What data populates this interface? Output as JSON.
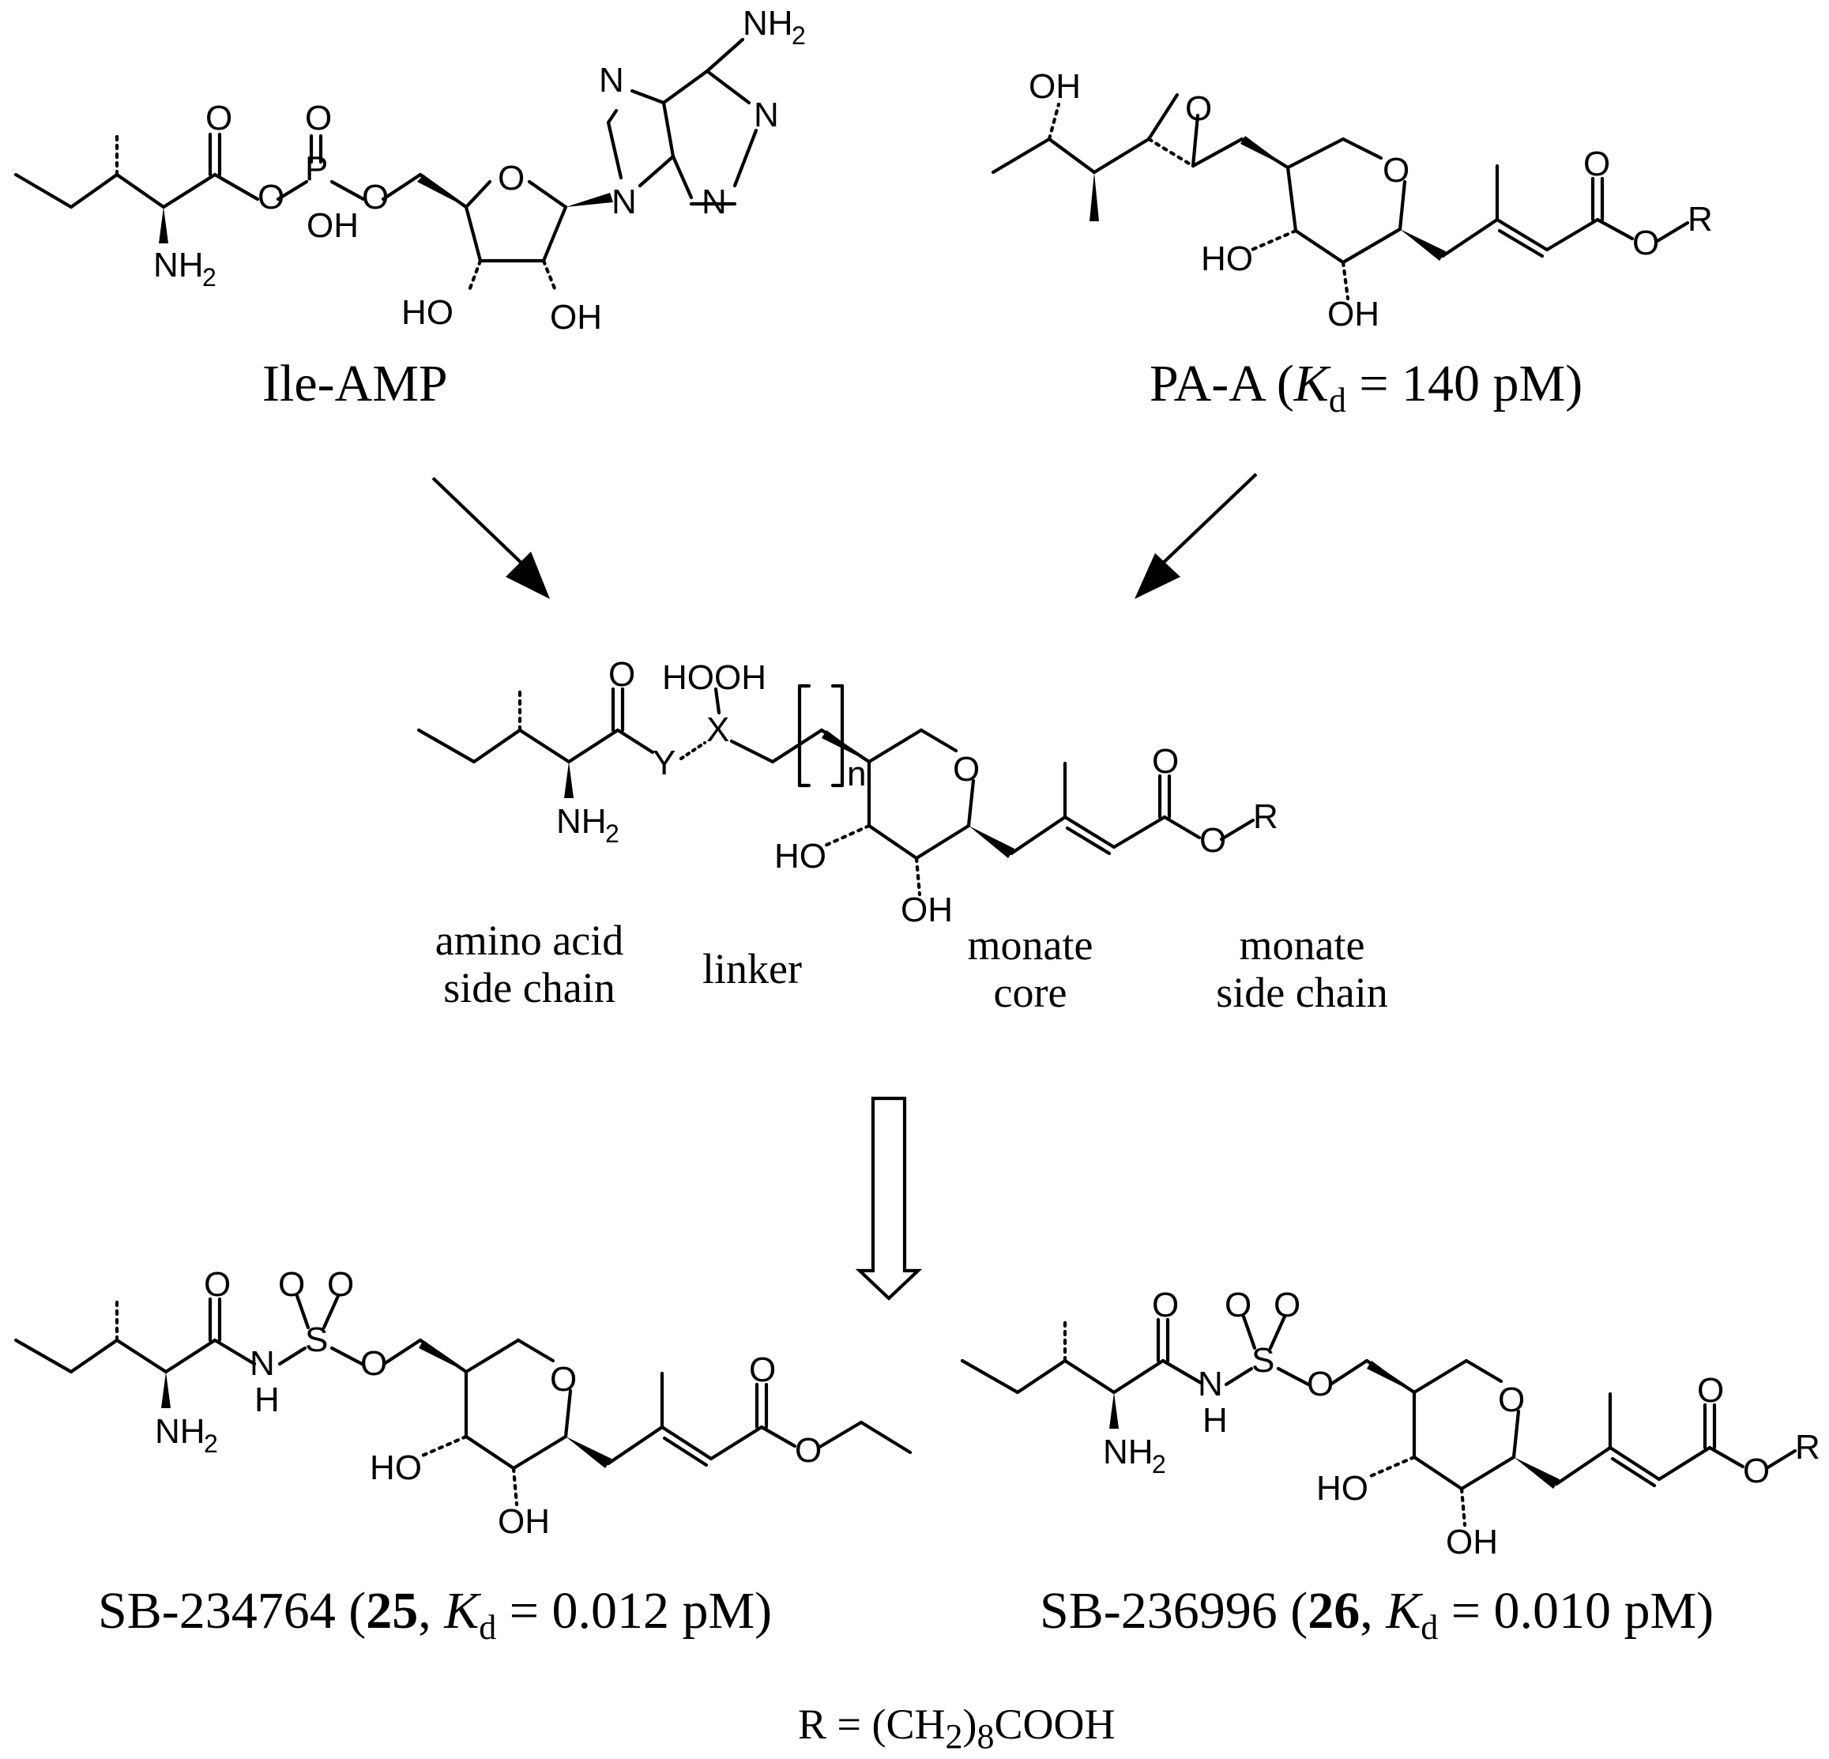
{
  "compounds": {
    "ile_amp": {
      "name": "Ile-AMP"
    },
    "pa_a": {
      "name": "PA-A",
      "kd_label": "K",
      "kd_sub": "d",
      "kd_value": " = 140 pM)"
    },
    "sb234764": {
      "name": "SB-234764 (",
      "number": "25",
      "kd_label": "K",
      "kd_sub": "d",
      "kd_value": " = 0.012 pM)"
    },
    "sb236996": {
      "name": "SB-236996 (",
      "number": "26",
      "kd_label": "K",
      "kd_sub": "d",
      "kd_value": " = 0.010 pM)"
    }
  },
  "regions": {
    "amino_acid": [
      "amino acid",
      "side chain"
    ],
    "linker": "linker",
    "monate_core": [
      "monate",
      "core"
    ],
    "monate_side_chain": [
      "monate",
      "side chain"
    ]
  },
  "footnote": {
    "prefix": "R = (CH",
    "sub": "2",
    "close": ")",
    "sub2": "8",
    "suffix": "COOH"
  },
  "atoms": {
    "O": "O",
    "OH": "OH",
    "HO": "HO",
    "NH2": "NH",
    "two": "2",
    "N": "N",
    "P": "P",
    "S": "S",
    "H": "H",
    "R": "R",
    "X": "X",
    "Y": "Y",
    "n": "n",
    "HOOH": "HOOH"
  }
}
